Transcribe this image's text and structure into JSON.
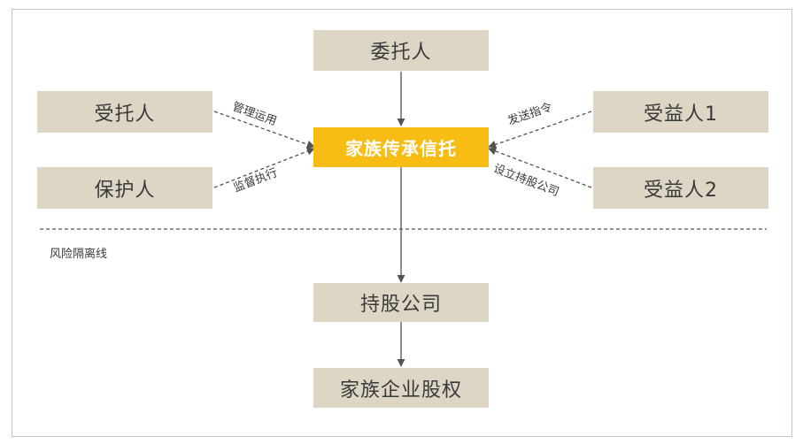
{
  "nodes": {
    "settlor": "委托人",
    "trustee": "受托人",
    "protector": "保护人",
    "family_trust": "家族传承信托",
    "beneficiary1": "受益人1",
    "beneficiary2": "受益人2",
    "holding_company": "持股公司",
    "family_equity": "家族企业股权"
  },
  "edges": {
    "manage_use": "管理运用",
    "supervise_execute": "监督执行",
    "send_instruction": "发送指令",
    "setup_holding": "设立持股公司"
  },
  "risk_line_label": "风险隔离线",
  "colors": {
    "node_fill": "#ddd6c5",
    "center_fill": "#f7bd14",
    "line": "#55524c"
  }
}
